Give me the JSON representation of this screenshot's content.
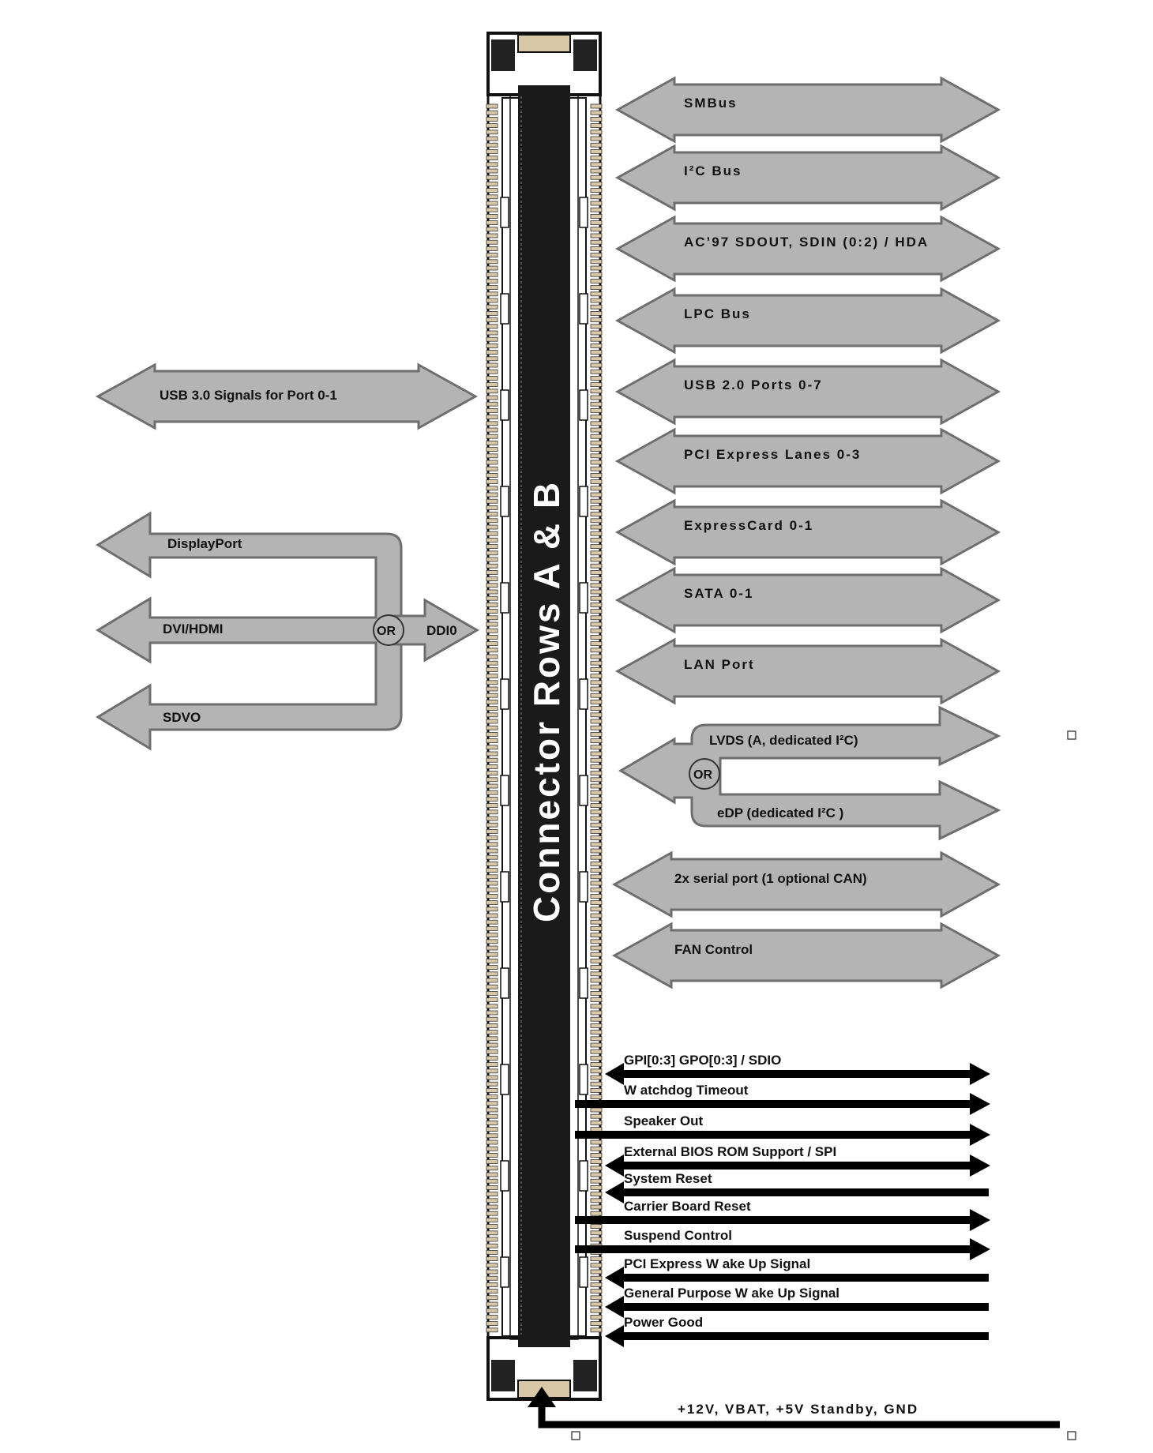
{
  "connector": {
    "title": "Connector Rows A & B"
  },
  "right_buses": [
    "SMBus",
    "I²C Bus",
    "AC’97 SDOUT, SDIN (0:2) / HDA",
    "LPC Bus",
    "USB 2.0 Ports 0-7",
    "PCI Express Lanes 0-3",
    "ExpressCard 0-1",
    "SATA 0-1",
    "LAN Port"
  ],
  "lvds_group": {
    "top": "LVDS (A, dedicated I²C)",
    "bottom": "eDP (dedicated I²C )",
    "or": "OR"
  },
  "lower_buses": [
    "2x serial port (1 optional CAN)",
    "FAN Control"
  ],
  "left_bus": "USB 3.0 Signals for Port 0-1",
  "ddi_group": {
    "items": [
      "DisplayPort",
      "DVI/HDMI",
      "SDVO"
    ],
    "or": "OR",
    "output": "DDI0"
  },
  "signals": [
    {
      "label": "GPI[0:3] GPO[0:3] / SDIO",
      "dir": "both"
    },
    {
      "label": "W atchdog Timeout",
      "dir": "out"
    },
    {
      "label": "Speaker Out",
      "dir": "out"
    },
    {
      "label": "External BIOS ROM Support / SPI",
      "dir": "both"
    },
    {
      "label": "System Reset",
      "dir": "in"
    },
    {
      "label": "Carrier Board Reset",
      "dir": "out"
    },
    {
      "label": "Suspend Control",
      "dir": "out"
    },
    {
      "label": "PCI Express W ake Up Signal",
      "dir": "in"
    },
    {
      "label": "General Purpose W ake Up Signal",
      "dir": "in"
    },
    {
      "label": "Power Good",
      "dir": "in"
    }
  ],
  "power": "+12V, VBAT, +5V Standby, GND",
  "colors": {
    "arrow_fill": "#b4b4b4",
    "arrow_stroke": "#6e6e6e",
    "connector_body": "#1a1a1a",
    "pin": "#d8c8a8"
  }
}
